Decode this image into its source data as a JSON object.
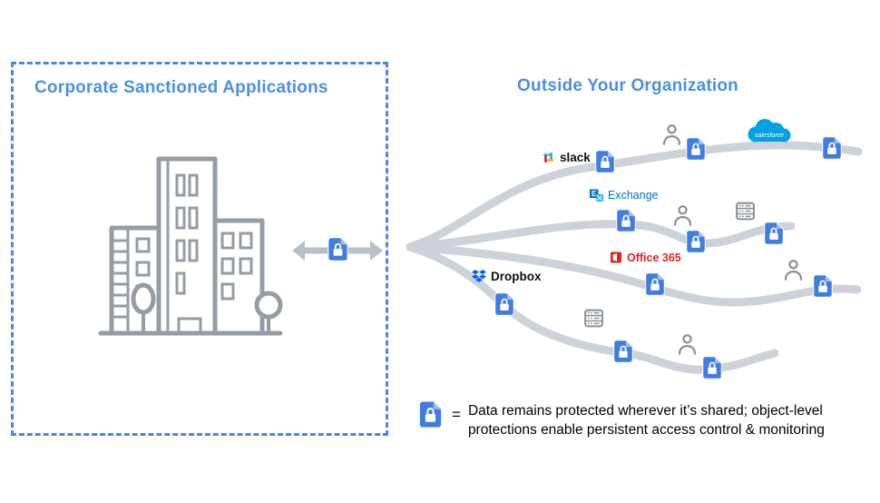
{
  "titles": {
    "left": "Corporate Sanctioned Applications",
    "right": "Outside Your Organization"
  },
  "services": {
    "slack": {
      "label": "slack"
    },
    "exchange": {
      "label": "Exchange"
    },
    "office365": {
      "label": "Office 365"
    },
    "dropbox": {
      "label": "Dropbox"
    },
    "salesforce": {
      "label": "salesforce"
    }
  },
  "legend": {
    "equals": "=",
    "line1": "Data remains protected wherever it’s shared; object-level",
    "line2": "protections enable persistent access control & monitoring"
  },
  "icons": {
    "protected_document": "blue-document-with-white-padlock",
    "person": "person-outline",
    "server": "server-box",
    "arrow": "double-headed-arrow",
    "building": "corporate-buildings"
  },
  "colors": {
    "heading_blue": "#4a90e2",
    "boundary_dash_blue": "#4a86e8",
    "doc_icon_blue": "#3f7de0",
    "flow_path_gray": "#cdd2d8",
    "outline_gray": "#8a9199",
    "salesforce_blue": "#00a1e0",
    "exchange_blue": "#0072c6",
    "office_red": "#e2231a",
    "dropbox_blue": "#0061ff",
    "slack_blue": "#36c5f0",
    "slack_green": "#2eb67d",
    "slack_yellow": "#ecb22e",
    "slack_red": "#e01e5a"
  }
}
